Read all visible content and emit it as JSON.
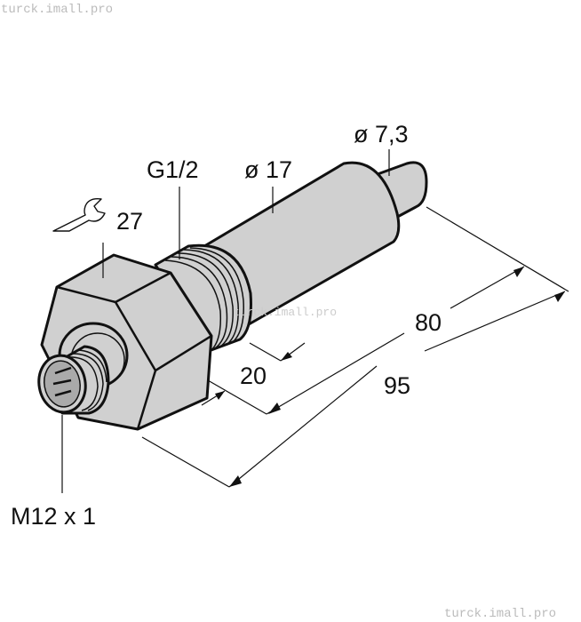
{
  "watermark": "turck.imall.pro",
  "labels": {
    "thread": "G1/2",
    "body_diameter": "ø 17",
    "tip_diameter": "ø 7,3",
    "wrench_size": "27",
    "length_80": "80",
    "length_95": "95",
    "length_20": "20",
    "connector": "M12 x 1"
  },
  "icons": {
    "wrench": "wrench-icon"
  },
  "colors": {
    "part_fill": "#d0d0d0",
    "outline": "#111111"
  }
}
